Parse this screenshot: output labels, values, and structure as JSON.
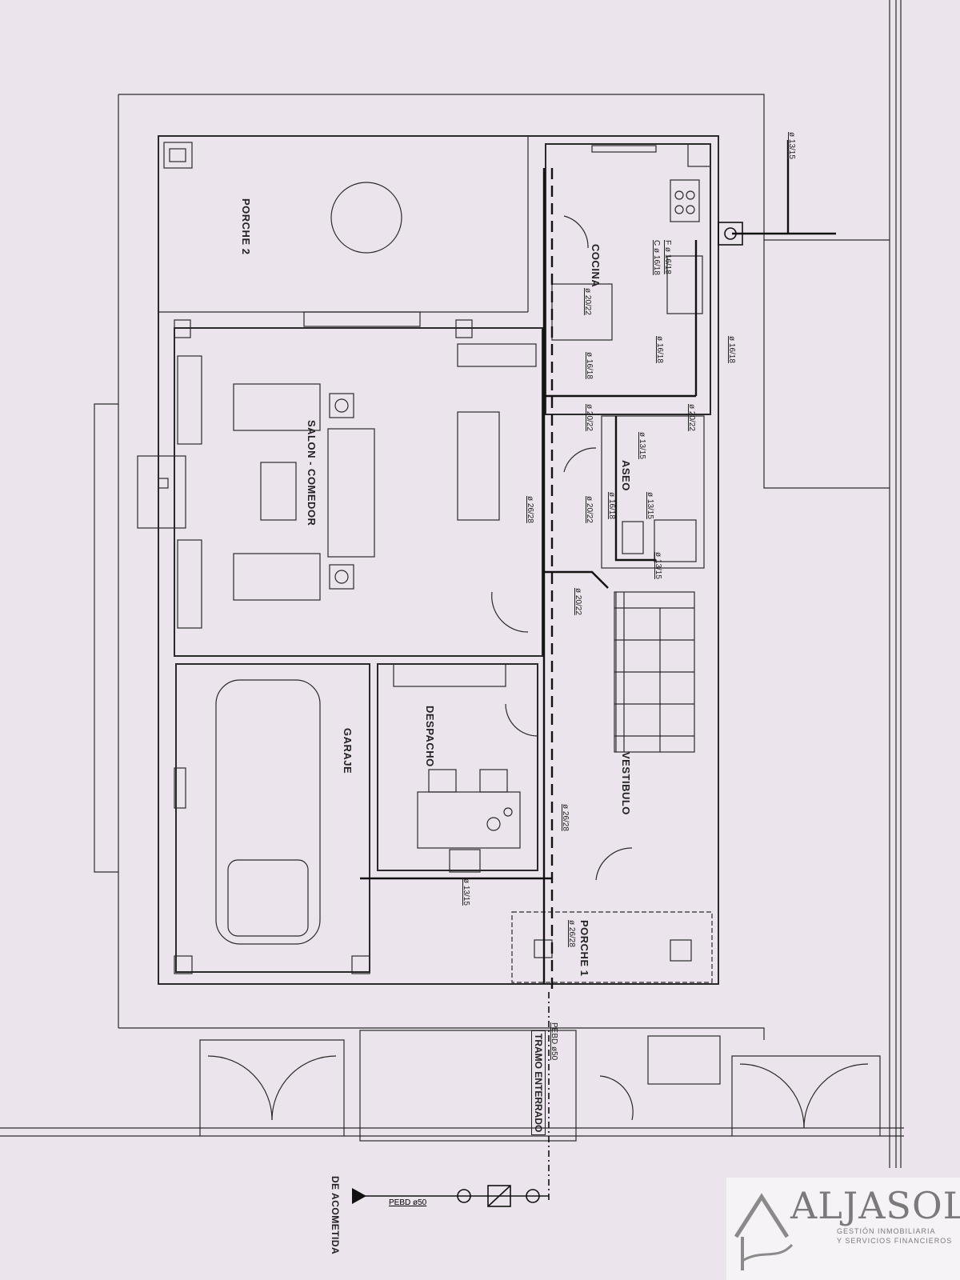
{
  "rooms": {
    "porche2": "PORCHE 2",
    "cocina": "COCINA",
    "salon": "SALON - COMEDOR",
    "aseo": "ASEO",
    "despacho": "DESPACHO",
    "garaje": "GARAJE",
    "vestibulo": "VESTIBULO",
    "porche1": "PORCHE 1"
  },
  "pipes": {
    "p_13_15_top": "ø 13/15",
    "p_cocina_codes": "F ø 16/18",
    "p_cocina_codes2": "C ø 16/18",
    "p_20_22_a": "ø 20/22",
    "p_16_18_a": "ø 16/18",
    "p_16_18_b": "ø 16/18",
    "p_16_18_c": "ø 16/18",
    "p_20_22_b": "ø 20/22",
    "p_20_22_c": "ø 20/22",
    "p_13_15_a": "ø 13/15",
    "p_26_28_a": "ø 26/28",
    "p_20_22_d": "ø 20/22",
    "p_16_18_d": "ø 16/18",
    "p_13_15_b": "ø 13/15",
    "p_13_15_c": "ø 13/15",
    "p_20_22_e": "ø 20/22",
    "p_26_28_b": "ø 26/28",
    "p_13_15_d": "ø 13/15",
    "p_26_28_c": "ø 26/28",
    "pebd50_v": "PEBD ø50",
    "pebd50_h": "PEBD ø50"
  },
  "labels": {
    "tramo": "TRAMO ENTERRADO",
    "acometida": "DE ACOMETIDA"
  },
  "logo": {
    "name": "ALJASOL",
    "tag1": "GESTIÓN INMOBILIARIA",
    "tag2": "Y SERVICIOS FINANCIEROS"
  },
  "colors": {
    "paper": "#ece4ec",
    "line": "#2a2a2a",
    "logo": "#7a7a7a"
  }
}
